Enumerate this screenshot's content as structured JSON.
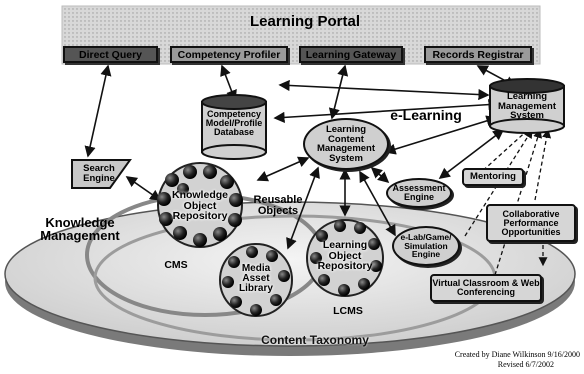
{
  "portal": {
    "title": "Learning Portal",
    "tabs": [
      "Direct Query",
      "Competency Profiler",
      "Learning Gateway",
      "Records Registrar"
    ]
  },
  "nodes": {
    "lms": "Learning Management System",
    "competency_db": "Competency Model/Profile Database",
    "lcms": "Learning Content Management System",
    "e_learning": "e-Learning",
    "search_engine": "Search Engine",
    "knowledge_repo": "Knowledge Object Repository",
    "reusable_objects": "Reusable Objects",
    "knowledge_management": "Knowledge Management",
    "learning_object_repo": "Learning Object Repository",
    "media_asset_library": "Media Asset Library",
    "cms": "CMS",
    "lcms_label": "LCMS",
    "assessment_engine": "Assessment Engine",
    "mentoring": "Mentoring",
    "simulation_engine": "e-Lab/Game/ Simulation Engine",
    "collaborative": "Collaborative Performance Opportunities",
    "virtual_classroom": "Virtual Classroom & Web Conferencing",
    "content_taxonomy": "Content Taxonomy"
  },
  "credit": {
    "created": "Created by Diane Wilkinson 9/16/2000",
    "revised": "Revised 6/7/2002"
  }
}
